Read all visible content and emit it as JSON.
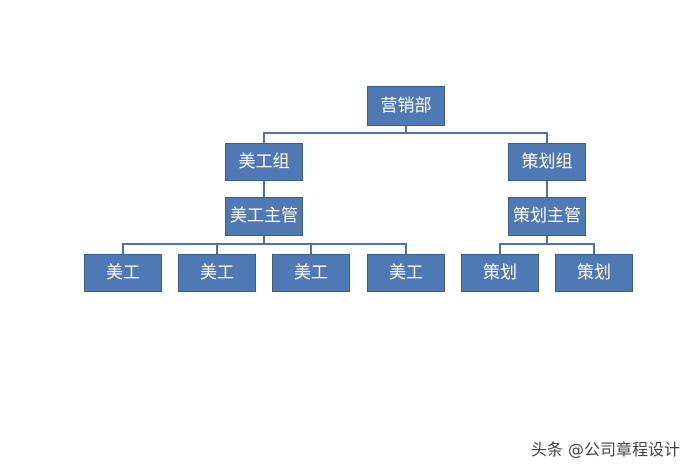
{
  "diagram": {
    "nodes": {
      "root": "营销部",
      "art_group": "美工组",
      "planning_group": "策划组",
      "art_supervisor": "美工主管",
      "planning_supervisor": "策划主管",
      "artists": [
        "美工",
        "美工",
        "美工",
        "美工"
      ],
      "planners": [
        "策划",
        "策划"
      ]
    },
    "colors": {
      "node_fill": "#4f79b4",
      "node_border": "#3a5f8e",
      "connector": "#4f73a6",
      "text": "#ffffff"
    }
  },
  "watermark": {
    "text": "头条 @公司章程设计"
  }
}
